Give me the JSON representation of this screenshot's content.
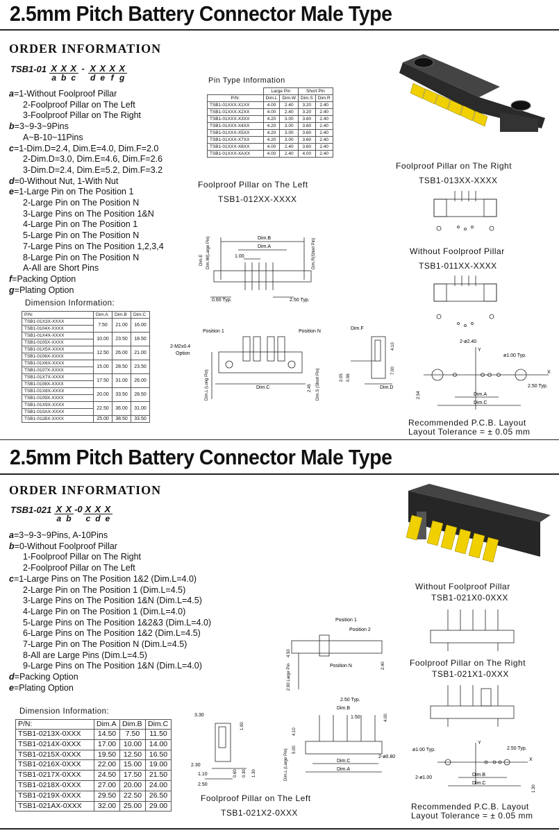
{
  "s1": {
    "title": "2.5mm Pitch Battery Connector Male Type",
    "order_heading": "ORDER INFORMATION",
    "code_prefix": "TSB1-01",
    "code_parts": [
      {
        "sym": "X",
        "sub": "a"
      },
      {
        "sym": "X",
        "sub": "b"
      },
      {
        "sym": "X",
        "sub": "c"
      },
      {
        "sym": "-",
        "sub": ""
      },
      {
        "sym": "X",
        "sub": "d"
      },
      {
        "sym": "X",
        "sub": "e"
      },
      {
        "sym": "X",
        "sub": "f"
      },
      {
        "sym": "X",
        "sub": "g"
      }
    ],
    "options": [
      {
        "key": "a",
        "text": "=1-Without Foolproof Pillar"
      },
      {
        "key": "",
        "text": "2-Foolproof Pillar on The Left"
      },
      {
        "key": "",
        "text": "3-Foolproof Pillar on The Right"
      },
      {
        "key": "b",
        "text": "=3~9-3~9Pins"
      },
      {
        "key": "",
        "text": "A~B-10~11Pins"
      },
      {
        "key": "c",
        "text": "=1-Dim.D=2.4, Dim.E=4.0, Dim.F=2.0"
      },
      {
        "key": "",
        "text": "2-Dim.D=3.0, Dim.E=4.6, Dim.F=2.6"
      },
      {
        "key": "",
        "text": "3-Dim.D=2.4, Dim.E=5.2, Dim.F=3.2"
      },
      {
        "key": "d",
        "text": "=0-Without Nut, 1-With Nut"
      },
      {
        "key": "e",
        "text": "=1-Large Pin on The Position 1"
      },
      {
        "key": "",
        "text": "2-Large Pin on The Position N"
      },
      {
        "key": "",
        "text": "3-Large Pins on The Position 1&N"
      },
      {
        "key": "",
        "text": "4-Large Pin on The Position 1"
      },
      {
        "key": "",
        "text": "5-Large Pin on The Position N"
      },
      {
        "key": "",
        "text": "7-Large Pins on The Position 1,2,3,4"
      },
      {
        "key": "",
        "text": "8-Large Pin on The Position N"
      },
      {
        "key": "",
        "text": "A-All are Short Pins"
      },
      {
        "key": "f",
        "text": "=Packing Option"
      },
      {
        "key": "g",
        "text": "=Plating Option"
      }
    ],
    "dim_title": "Dimension Information:",
    "dim_headers": [
      "P/N:",
      "Dim.A",
      "Dim.B",
      "Dim.C"
    ],
    "dim_rows": [
      {
        "pns": [
          "TSB1-01X3X-XXXX",
          "TSB1-0104X-XXXX"
        ],
        "a": "7.50",
        "b": "21.00",
        "c": "16.00"
      },
      {
        "pns": [
          "TSB1-01X4X-XXXX",
          "TSB1-0105X-XXXX"
        ],
        "a": "10.00",
        "b": "23.50",
        "c": "18.50"
      },
      {
        "pns": [
          "TSB1-01X5X-XXXX",
          "TSB1-0106X-XXXX"
        ],
        "a": "12.50",
        "b": "26.00",
        "c": "21.00"
      },
      {
        "pns": [
          "TSB1-01X6X-XXXX",
          "TSB1-0107X-XXXX"
        ],
        "a": "15.00",
        "b": "28.50",
        "c": "23.50"
      },
      {
        "pns": [
          "TSB1-01X7X-XXXX",
          "TSB1-0108X-XXXX"
        ],
        "a": "17.50",
        "b": "31.00",
        "c": "26.00"
      },
      {
        "pns": [
          "TSB1-01X8X-XXXX",
          "TSB1-0109X-XXXX"
        ],
        "a": "20.00",
        "b": "33.50",
        "c": "28.50"
      },
      {
        "pns": [
          "TSB1-01X9X-XXXX",
          "TSB1-010AX-XXXX"
        ],
        "a": "22.50",
        "b": "36.00",
        "c": "31.00"
      },
      {
        "pns": [
          "TSB1-011BX-XXXX"
        ],
        "a": "25.00",
        "b": "38.50",
        "c": "33.50"
      }
    ],
    "pin_title": "Pin Type Information",
    "pin_groups": [
      "Large Pin",
      "Short Pin"
    ],
    "pin_headers": [
      "P/N:",
      "Dim.L",
      "Dim.W",
      "Dim.S",
      "Dim.R"
    ],
    "pin_rows": [
      [
        "TSB1-01XXX-X1XX",
        "4.00",
        "2.40",
        "3.20",
        "2.40"
      ],
      [
        "TSB1-01XXX-X2XX",
        "4.00",
        "2.40",
        "3.20",
        "2.40"
      ],
      [
        "TSB1-01XXX-X3XX",
        "4.20",
        "3.00",
        "3.60",
        "2.40"
      ],
      [
        "TSB1-01XXX-X4XX",
        "4.20",
        "3.00",
        "3.60",
        "2.40"
      ],
      [
        "TSB1-01XXX-X5XX",
        "4.20",
        "3.00",
        "3.60",
        "2.40"
      ],
      [
        "TSB1-01XXX-X7XX",
        "4.20",
        "3.00",
        "3.60",
        "2.40"
      ],
      [
        "TSB1-01XXX-X8XX",
        "4.00",
        "2.40",
        "3.60",
        "2.40"
      ],
      [
        "TSB1-01XXX-XAXX",
        "4.00",
        "2.40",
        "4.00",
        "2.40"
      ]
    ],
    "left_label": "Foolproof Pillar on The Left",
    "left_pn": "TSB1-012XX-XXXX",
    "right_label": "Foolproof Pillar on The Right",
    "right_pn": "TSB1-013XX-XXXX",
    "without_label": "Without Foolproof Pillar",
    "without_pn": "TSB1-011XX-XXXX",
    "pcb_label": "Recommended P.C.B. Layout",
    "tolerance": "Layout Tolerance = ± 0.05 mm",
    "dims": {
      "dimB": "Dim.B",
      "dimA": "Dim.A",
      "d100": "1.00",
      "d060": "0.60 Typ.",
      "d250": "2.50 Typ.",
      "dimE": "Dim.E",
      "dimW": "Dim.W(Large Pin)",
      "dimR": "Dim.R(Short Pin)",
      "pos1": "Position 1",
      "posN": "Position N",
      "m2": "2-M2x0.4",
      "option": "Option",
      "dimL": "Dim.L (Long Pin)",
      "d245": "2.45",
      "dimS": "Dim.S (Short Pin)",
      "dimC": "Dim.C",
      "dimF": "Dim.F",
      "d410": "4.10",
      "d700": "7.00",
      "d205": "2.05",
      "d056": "0.56",
      "dimD": "Dim.D",
      "hole2": "2-ø2.40",
      "hole1": "ø1.00 Typ.",
      "y": "Y",
      "x": "X",
      "d254": "2.54"
    }
  },
  "s2": {
    "title": "2.5mm Pitch Battery Connector Male Type",
    "order_heading": "ORDER INFORMATION",
    "code_prefix": "TSB1-021",
    "code_parts": [
      {
        "sym": "X",
        "sub": "a"
      },
      {
        "sym": "X",
        "sub": "b"
      },
      {
        "sym": "-0",
        "sub": ""
      },
      {
        "sym": "X",
        "sub": "c"
      },
      {
        "sym": "X",
        "sub": "d"
      },
      {
        "sym": "X",
        "sub": "e"
      }
    ],
    "options": [
      {
        "key": "a",
        "text": "=3~9-3~9Pins, A-10Pins"
      },
      {
        "key": "b",
        "text": "=0-Without Foolproof Pillar"
      },
      {
        "key": "",
        "text": "1-Foolproof Pillar on The Right"
      },
      {
        "key": "",
        "text": "2-Foolproof Pillar on The Left"
      },
      {
        "key": "c",
        "text": "=1-Large Pins on The Position 1&2 (Dim.L=4.0)"
      },
      {
        "key": "",
        "text": "2-Large Pin on The Position 1 (Dim.L=4.5)"
      },
      {
        "key": "",
        "text": "3-Large Pins on The Position 1&N (Dim.L=4.5)"
      },
      {
        "key": "",
        "text": "4-Large Pin on The Position 1 (Dim.L=4.0)"
      },
      {
        "key": "",
        "text": "5-Large Pins on The Position 1&2&3 (Dim.L=4.0)"
      },
      {
        "key": "",
        "text": "6-Large Pins on The Position 1&2 (Dim.L=4.5)"
      },
      {
        "key": "",
        "text": "7-Large Pin on The Position N (Dim.L=4.5)"
      },
      {
        "key": "",
        "text": "8-All are Large Pins (Dim.L=4.5)"
      },
      {
        "key": "",
        "text": "9-Large Pins on The Position 1&N (Dim.L=4.0)"
      },
      {
        "key": "d",
        "text": "=Packing Option"
      },
      {
        "key": "e",
        "text": "=Plating Option"
      }
    ],
    "dim_title": "Dimension Information:",
    "dim_headers": [
      "P/N:",
      "Dim.A",
      "Dim.B",
      "Dim.C"
    ],
    "dim_rows": [
      [
        "TSB1-0213X-0XXX",
        "14.50",
        "7.50",
        "11.50"
      ],
      [
        "TSB1-0214X-0XXX",
        "17.00",
        "10.00",
        "14.00"
      ],
      [
        "TSB1-0215X-0XXX",
        "19.50",
        "12.50",
        "16.50"
      ],
      [
        "TSB1-0216X-0XXX",
        "22.00",
        "15.00",
        "19.00"
      ],
      [
        "TSB1-0217X-0XXX",
        "24.50",
        "17.50",
        "21.50"
      ],
      [
        "TSB1-0218X-0XXX",
        "27.00",
        "20.00",
        "24.00"
      ],
      [
        "TSB1-0219X-0XXX",
        "29.50",
        "22.50",
        "26.50"
      ],
      [
        "TSB1-021AX-0XXX",
        "32.00",
        "25.00",
        "29.00"
      ]
    ],
    "without_label": "Without Foolproof Pillar",
    "without_pn": "TSB1-021X0-0XXX",
    "right_label": "Foolproof Pillar on The Right",
    "right_pn": "TSB1-021X1-0XXX",
    "left_label": "Foolproof Pillar on The Left",
    "left_pn": "TSB1-021X2-0XXX",
    "pcb_label": "Recommended P.C.B. Layout",
    "tolerance": "Layout Tolerance = ± 0.05 mm",
    "dims": {
      "pos1": "Position 1",
      "pos2": "Position 2",
      "posN": "Position N",
      "d450": "4.50",
      "d240": "2.40",
      "d290": "2.90 Large Pin",
      "d330": "3.30",
      "d190": "1.90",
      "d230": "2.30",
      "d110": "1.10",
      "d060": "0.60",
      "d030": "0.30",
      "d130": "1.30",
      "d250": "2.50",
      "d250t": "2.50 Typ.",
      "dimB": "Dim.B",
      "d150": "1.50",
      "d400": "4.00",
      "d410": "4.10",
      "d500": "5.00",
      "dimL": "Dim.L (Large Pin)",
      "dimC": "Dim.C",
      "dimA": "Dim.A",
      "hole": "2-ø0.80",
      "h1": "ø1.00 Typ.",
      "h2": "2-ø1.00",
      "y": "Y",
      "x": "X"
    }
  }
}
